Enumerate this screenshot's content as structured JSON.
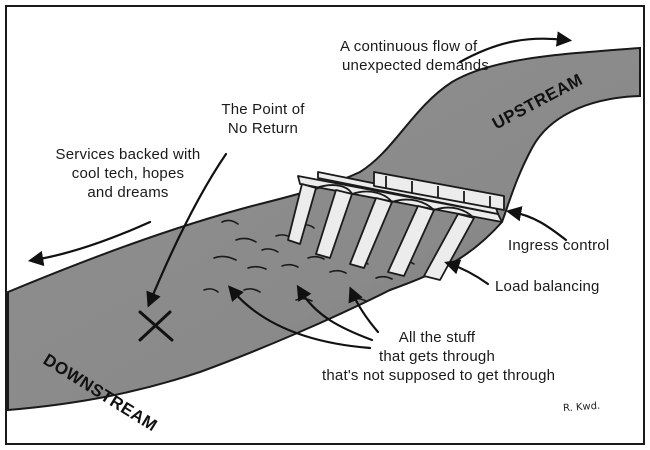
{
  "labels": {
    "flow": [
      "A continuous flow of",
      "unexpected demands"
    ],
    "point": [
      "The Point of",
      "No Return"
    ],
    "services": [
      "Services backed with",
      "cool tech, hopes",
      "and dreams"
    ],
    "ingress": "Ingress control",
    "load": "Load balancing",
    "stuff": [
      "All the stuff",
      "that gets through",
      "that's not supposed to get through"
    ],
    "upstream": "UPSTREAM",
    "downstream": "DOWNSTREAM"
  },
  "signature": "R. Kwd.",
  "colors": {
    "ink": "#1a1a1a",
    "river": "#8c8c8c",
    "river_dark": "#5e5e5e",
    "bank": "#f2f2f2",
    "dam": "#ececec"
  }
}
